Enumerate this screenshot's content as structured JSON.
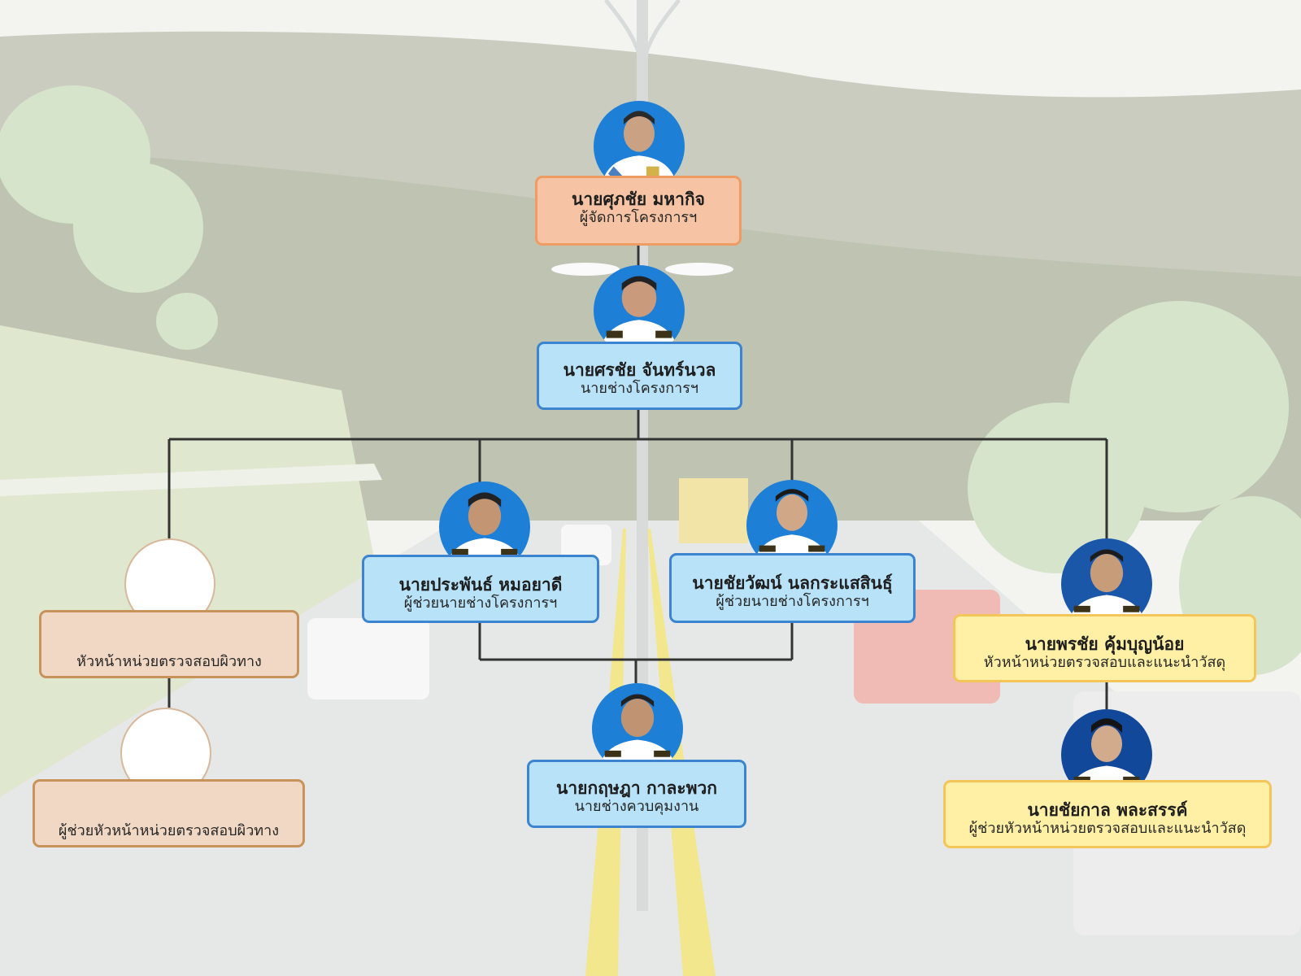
{
  "nodes": [
    {
      "id": "manager",
      "name": "นายศุภชัย  มหากิจ",
      "role": "ผู้จัดการโครงการฯ"
    },
    {
      "id": "engineer",
      "name": "นายศรชัย  จันทร์นวล",
      "role": "นายช่างโครงการฯ"
    },
    {
      "id": "asst1",
      "name": "นายประพันธ์  หมอยาดี",
      "role": "ผู้ช่วยนายช่างโครงการฯ"
    },
    {
      "id": "asst2",
      "name": "นายชัยวัฒน์  นลกระแสสินธุ์",
      "role": "ผู้ช่วยนายช่างโครงการฯ"
    },
    {
      "id": "control",
      "name": "นายกฤษฎา  กาละพวก",
      "role": "นายช่างควบคุมงาน"
    },
    {
      "id": "surface",
      "role": "หัวหน้าหน่วยตรวจสอบผิวทาง"
    },
    {
      "id": "surface2",
      "role": "ผู้ช่วยหัวหน้าหน่วยตรวจสอบผิวทาง"
    },
    {
      "id": "material",
      "name": "นายพรชัย  คุ้มบุญน้อย",
      "role": "หัวหน้าหน่วยตรวจสอบและแนะนำวัสดุ"
    },
    {
      "id": "material2",
      "name": "นายชัยกาล  พละสรรค์",
      "role": "ผู้ช่วยหัวหน้าหน่วยตรวจสอบและแนะนำวัสดุ"
    }
  ],
  "colors": {
    "orange_fill": "#f6c4a4",
    "orange_border": "#ee9c63",
    "blue_fill": "#b7e2f8",
    "blue_border": "#3c84cf",
    "tan_fill": "#f1d8c4",
    "tan_border": "#c8935b",
    "yellow_fill": "#fff0a6",
    "yellow_border": "#f4c659",
    "connector": "#333333",
    "photo_background": "#1d7fd6"
  }
}
